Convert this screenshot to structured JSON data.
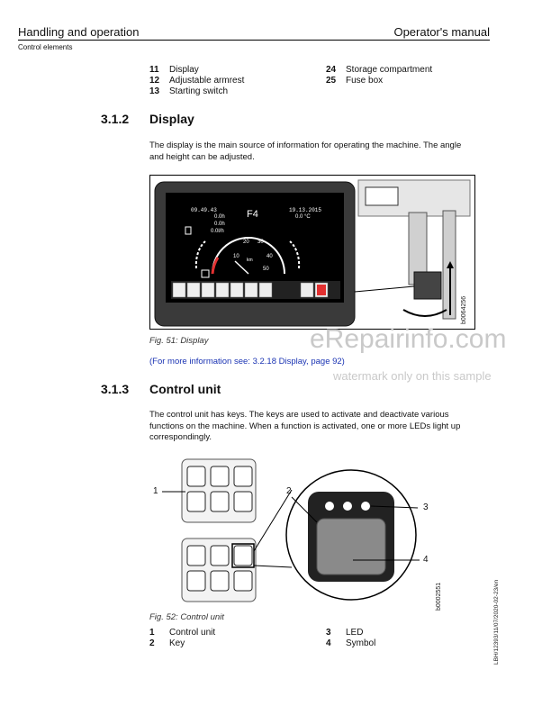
{
  "header": {
    "left": "Handling and operation",
    "right": "Operator's manual",
    "sub": "Control elements"
  },
  "top_list": {
    "left": [
      {
        "num": "11",
        "label": "Display"
      },
      {
        "num": "12",
        "label": "Adjustable armrest"
      },
      {
        "num": "13",
        "label": "Starting switch"
      }
    ],
    "right": [
      {
        "num": "24",
        "label": "Storage compartment"
      },
      {
        "num": "25",
        "label": "Fuse box"
      }
    ]
  },
  "section_display": {
    "number": "3.1.2",
    "title": "Display",
    "text_line1": "The display is the main source of information for operating the machine. The angle",
    "text_line2": "and height can be adjusted.",
    "figure_id": "b0064256",
    "caption": "Fig. 51: Display",
    "link": "(For more information see: 3.2.18 Display, page 92)"
  },
  "screen": {
    "time": "09.49.43",
    "date": "19.13.2015",
    "gear": "F4",
    "temp": "0.0 °C",
    "v1": "0.0h",
    "v2": "0.0h",
    "v3": "0.0l/h",
    "speed_ticks": [
      "10",
      "20",
      "30",
      "40",
      "50"
    ],
    "speed_unit": "km"
  },
  "watermark": {
    "line1": "eRepairinfo.com",
    "line2": "watermark only on this sample"
  },
  "section_control": {
    "number": "3.1.3",
    "title": "Control unit",
    "text_line1": "The control unit has keys. The keys are used to activate and deactivate various",
    "text_line2": "functions on the machine. When a function is activated, one or more LEDs light up",
    "text_line3": "correspondingly.",
    "figure_id": "b0002551",
    "caption": "Fig. 52: Control unit",
    "callouts": [
      "1",
      "2",
      "3",
      "4"
    ]
  },
  "bottom_list": {
    "left": [
      {
        "num": "1",
        "label": "Control unit"
      },
      {
        "num": "2",
        "label": "Key"
      }
    ],
    "right": [
      {
        "num": "3",
        "label": "LED"
      },
      {
        "num": "4",
        "label": "Symbol"
      }
    ]
  },
  "side_code": "LBH/12393/11/07/2020-02-23/en"
}
